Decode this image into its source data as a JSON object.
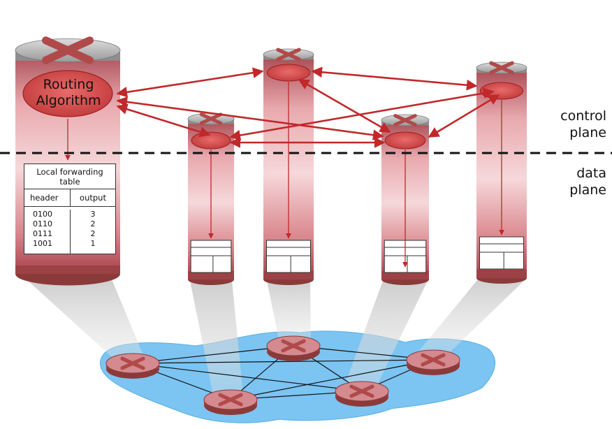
{
  "labels": {
    "routing_algorithm": [
      "Routing",
      "Algorithm"
    ],
    "control_plane": [
      "control",
      "plane"
    ],
    "data_plane": [
      "data",
      "plane"
    ]
  },
  "forwarding_table": {
    "title": [
      "Local forwarding",
      "table"
    ],
    "columns": [
      "header",
      "output"
    ],
    "rows": [
      {
        "header": "0100",
        "output": "3"
      },
      {
        "header": "0110",
        "output": "2"
      },
      {
        "header": "0111",
        "output": "2"
      },
      {
        "header": "1001",
        "output": "1"
      }
    ]
  },
  "colors": {
    "router_dark": "#8b3a3a",
    "router_mid": "#c8737a",
    "router_light": "#f3c6c8",
    "arrow": "#c0282a",
    "network_bg": "#7cc4f2"
  }
}
